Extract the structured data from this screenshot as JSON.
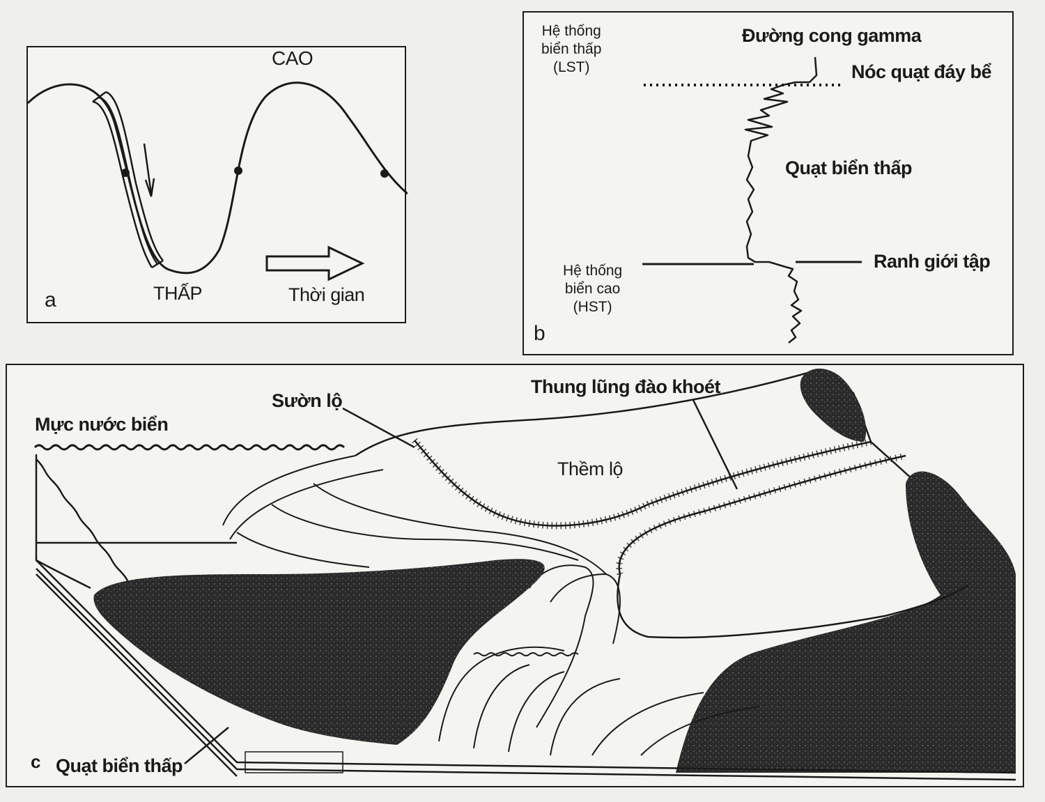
{
  "panel_a": {
    "letter": "a",
    "high_label": "CAO",
    "low_label": "THẤP",
    "time_label": "Thời gian"
  },
  "panel_b": {
    "letter": "b",
    "lst_line1": "Hệ thống",
    "lst_line2": "biển thấp",
    "lst_line3": "(LST)",
    "hst_line1": "Hệ thống",
    "hst_line2": "biển cao",
    "hst_line3": "(HST)",
    "gamma_label": "Đường cong gamma",
    "fan_top_label": "Nóc quạt đáy bể",
    "lowstand_fan_label": "Quạt biển thấp",
    "boundary_label": "Ranh giới tập"
  },
  "panel_c": {
    "letter": "c",
    "sea_level_label": "Mực nước biển",
    "slope_label": "Sườn lộ",
    "valley_label": "Thung lũng đào khoét",
    "shelf_label": "Thềm lộ",
    "fan_label": "Quạt biển thấp"
  },
  "colors": {
    "ink": "#1a1a1a",
    "paper": "#f4f4f1",
    "fill_dark": "#2a2a2a"
  }
}
